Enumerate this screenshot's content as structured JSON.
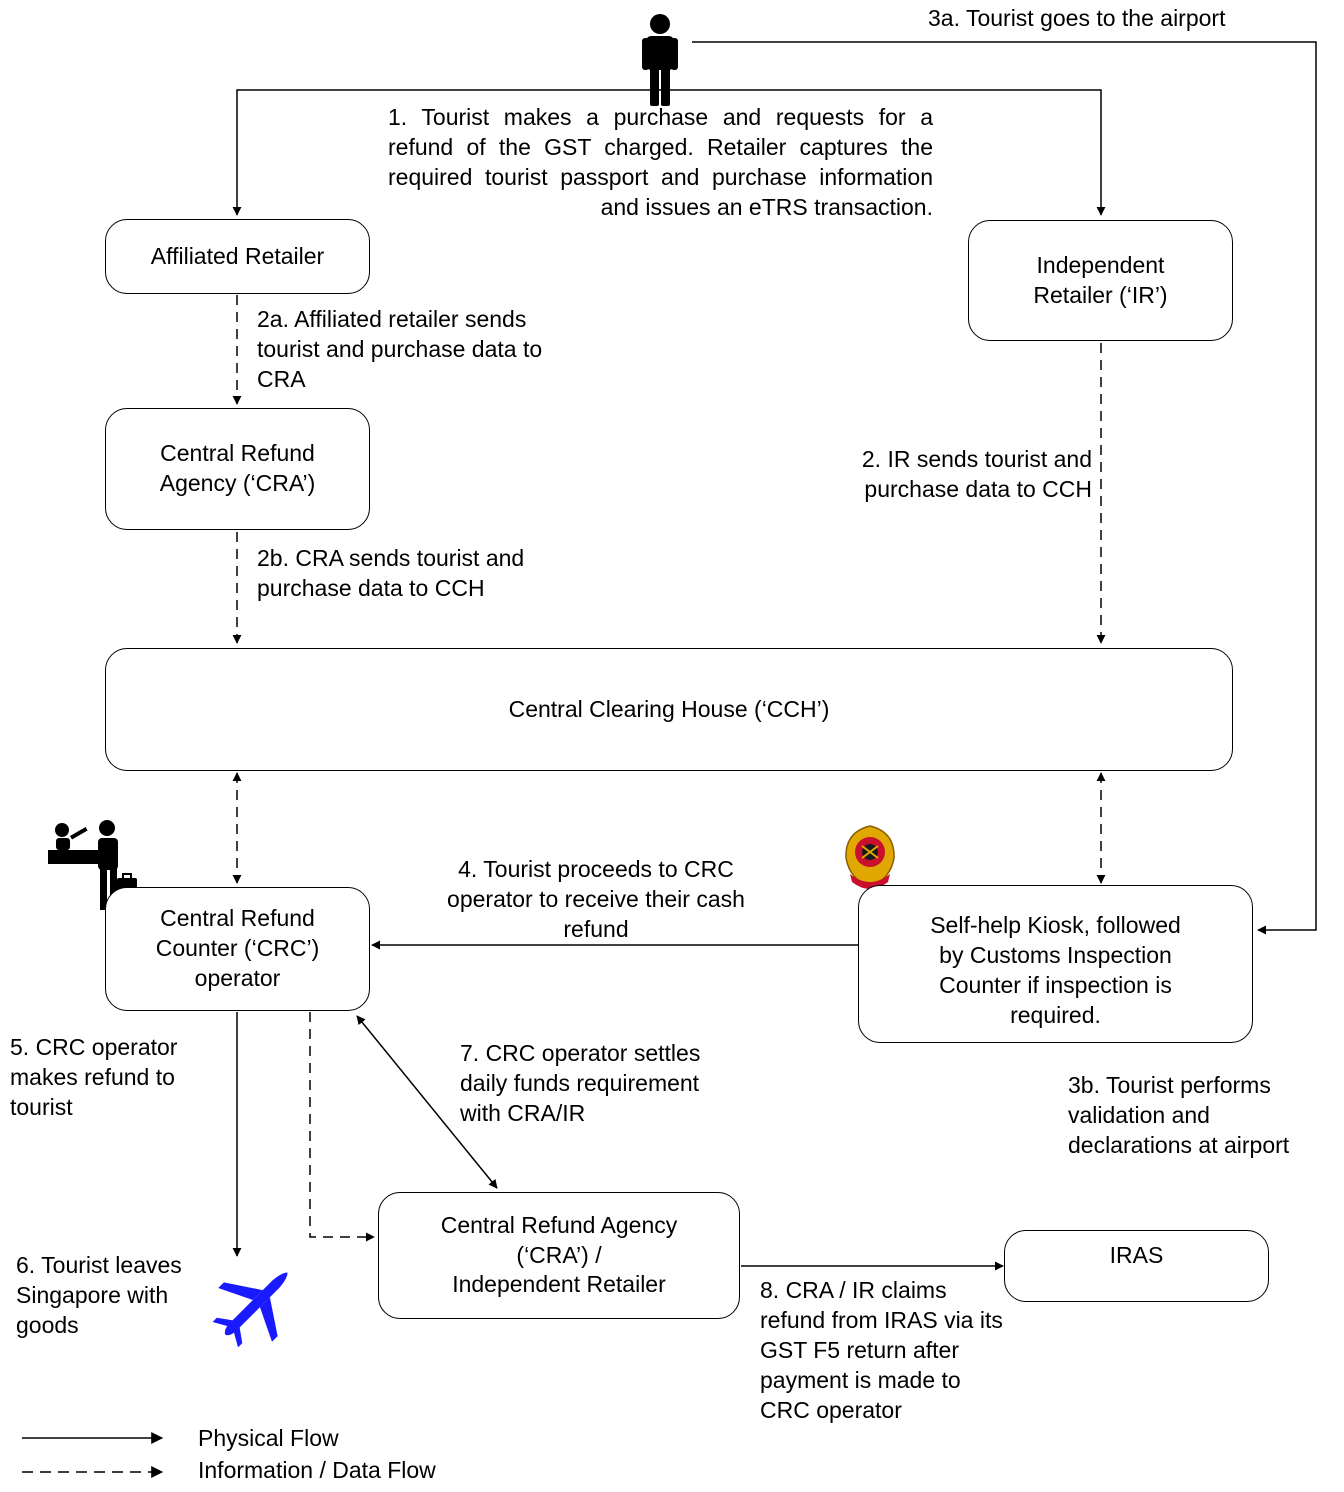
{
  "nodes": {
    "affiliated_retailer": "Affiliated Retailer",
    "independent_retailer": "Independent\nRetailer (‘IR’)",
    "cra": "Central Refund\nAgency (‘CRA’)",
    "cch": "Central Clearing House (‘CCH’)",
    "crc": "Central Refund\nCounter (‘CRC’)\noperator",
    "kiosk": "Self-help Kiosk, followed\nby Customs Inspection\nCounter if inspection is\nrequired.",
    "cra_ir": "Central Refund Agency\n(‘CRA’) /\nIndependent Retailer",
    "iras": "IRAS"
  },
  "steps": {
    "s1": "1. Tourist makes a purchase and requests for a refund of the GST charged. Retailer captures the required tourist passport and purchase information and issues an eTRS transaction.",
    "s2": "2. IR sends tourist and\npurchase data to CCH",
    "s2a": "2a. Affiliated retailer sends\ntourist and purchase data to\nCRA",
    "s2b": "2b. CRA sends tourist and\npurchase data to CCH",
    "s3a": "3a. Tourist goes to the airport",
    "s3b": "3b. Tourist performs\nvalidation and\ndeclarations at airport",
    "s4": "4. Tourist proceeds to CRC\noperator to receive their cash\nrefund",
    "s5": "5. CRC operator\nmakes refund to\ntourist",
    "s6": "6. Tourist leaves\nSingapore with\ngoods",
    "s7": "7. CRC operator settles\ndaily funds requirement\nwith CRA/IR",
    "s8": "8. CRA / IR claims\nrefund from IRAS via its\nGST F5 return after\npayment is made to\nCRC operator"
  },
  "legend": {
    "physical": "Physical Flow",
    "information": "Information / Data Flow"
  },
  "icons": {
    "tourist": "tourist-icon",
    "crc_operator": "crc-operator-icon",
    "customs": "singapore-customs-emblem-icon",
    "airplane": "airplane-icon"
  },
  "colors": {
    "airplane": "#1a1aff",
    "emblem_red": "#c8102e",
    "emblem_gold": "#e0a800"
  }
}
